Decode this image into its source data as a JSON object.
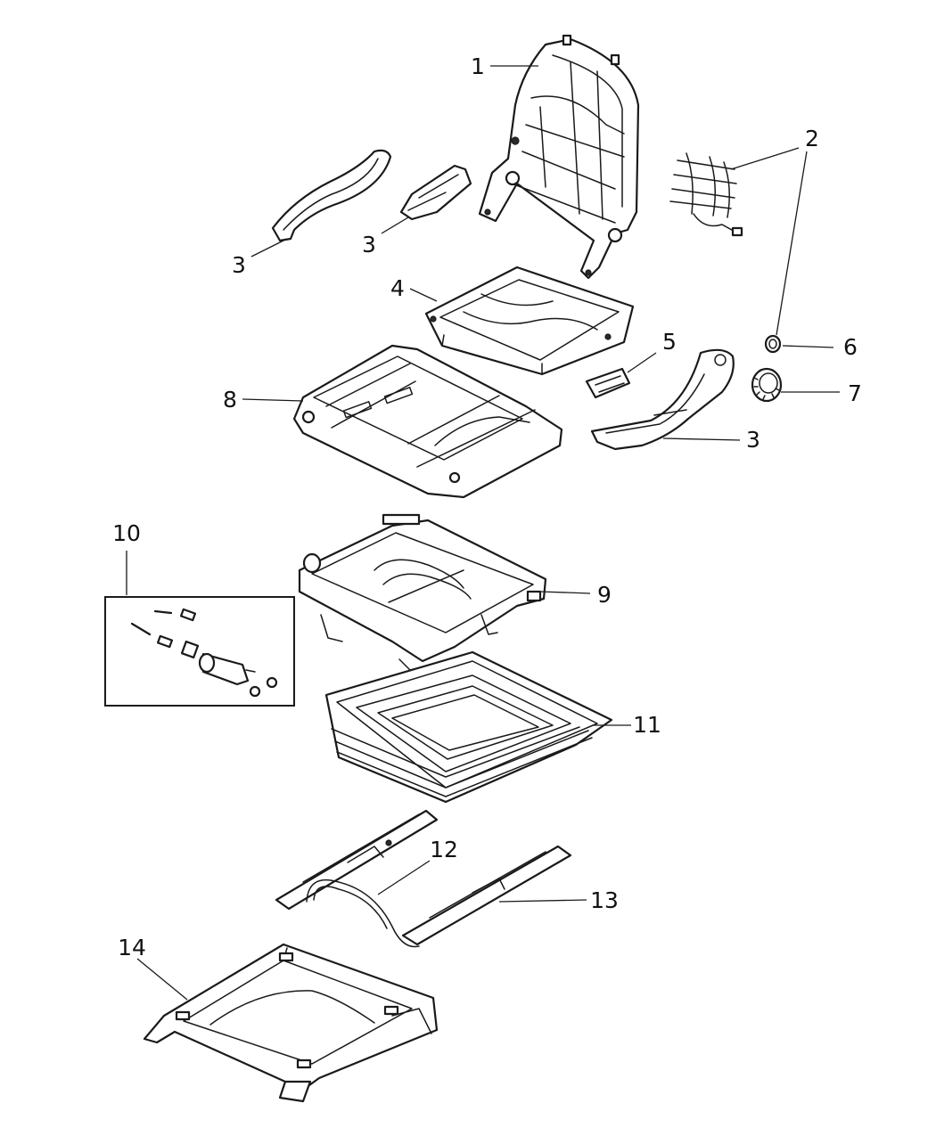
{
  "diagram": {
    "callouts": {
      "c1": "1",
      "c2": "2",
      "c3a": "3",
      "c3b": "3",
      "c3c": "3",
      "c4": "4",
      "c5": "5",
      "c6": "6",
      "c7": "7",
      "c8": "8",
      "c9": "9",
      "c10": "10",
      "c11": "11",
      "c12": "12",
      "c13": "13",
      "c14": "14"
    },
    "colors": {
      "line": "#1a1a1a",
      "background": "#ffffff"
    }
  }
}
